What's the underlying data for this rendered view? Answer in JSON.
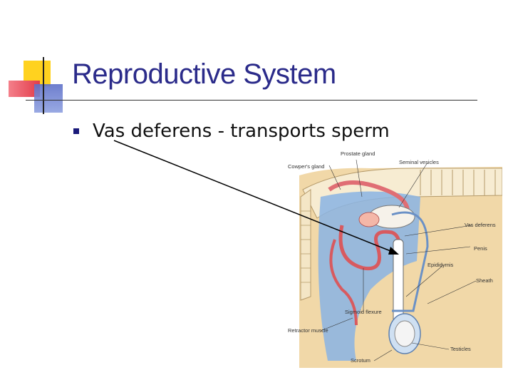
{
  "slide": {
    "title": "Reproductive System",
    "bullet": "Vas deferens - transports sperm"
  },
  "diagram": {
    "labels": {
      "prostate": "Prostate gland",
      "cowpers": "Cowper's gland",
      "seminal": "Seminal vesicles",
      "vas": "Vas deferens",
      "penis": "Penis",
      "epididymis": "Epididymis",
      "sheath": "Sheath",
      "sigmoid": "Sigmoid flexure",
      "retractor": "Retractor muscle",
      "testicles": "Testicles",
      "scrotum": "Scrotum"
    }
  },
  "colors": {
    "title": "#2b2b8a",
    "accent_yellow": "#ffd21f",
    "accent_red": "#e23c4a",
    "accent_blue": "#5e70c8"
  }
}
